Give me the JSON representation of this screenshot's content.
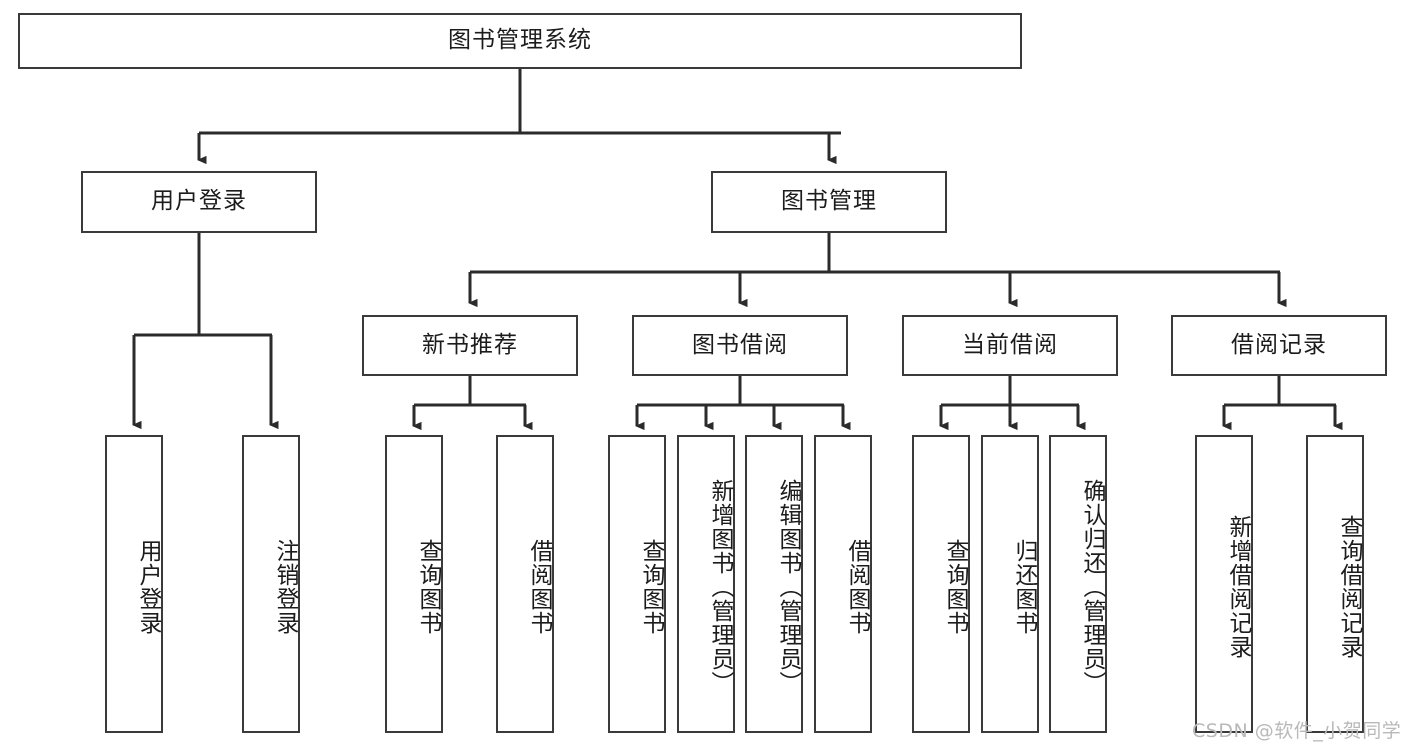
{
  "diagram": {
    "title": "图书管理系统",
    "type": "tree-hierarchy",
    "watermark": "CSDN @软件_小贺同学",
    "colors": {
      "node_border": "#3a3a3a",
      "node_fill": "#ffffff",
      "edge": "#2b2b2b",
      "text": "#1c1c1c",
      "watermark": "#b9b9b9",
      "background": "#ffffff"
    },
    "nodes": {
      "root": {
        "label": "图书管理系统",
        "level": 1,
        "orientation": "horizontal"
      },
      "user_login": {
        "label": "用户登录",
        "level": 2,
        "orientation": "horizontal"
      },
      "book_manage": {
        "label": "图书管理",
        "level": 2,
        "orientation": "horizontal"
      },
      "new_book_rec": {
        "label": "新书推荐",
        "level": 3,
        "orientation": "horizontal"
      },
      "book_borrow": {
        "label": "图书借阅",
        "level": 3,
        "orientation": "horizontal"
      },
      "current_borrow": {
        "label": "当前借阅",
        "level": 3,
        "orientation": "horizontal"
      },
      "borrow_record": {
        "label": "借阅记录",
        "level": 3,
        "orientation": "horizontal"
      },
      "leaf_user_login": {
        "label": "用户登录",
        "level": 4,
        "orientation": "vertical"
      },
      "leaf_logout": {
        "label": "注销登录",
        "level": 4,
        "orientation": "vertical"
      },
      "leaf_query_book_1": {
        "label": "查询图书",
        "level": 4,
        "orientation": "vertical"
      },
      "leaf_borrow_book_1": {
        "label": "借阅图书",
        "level": 4,
        "orientation": "vertical"
      },
      "leaf_query_book_2": {
        "label": "查询图书",
        "level": 4,
        "orientation": "vertical"
      },
      "leaf_add_book": {
        "label": "新增图书（管理员）",
        "level": 4,
        "orientation": "vertical"
      },
      "leaf_edit_book": {
        "label": "编辑图书（管理员）",
        "level": 4,
        "orientation": "vertical"
      },
      "leaf_borrow_book_2": {
        "label": "借阅图书",
        "level": 4,
        "orientation": "vertical"
      },
      "leaf_query_book_3": {
        "label": "查询图书",
        "level": 4,
        "orientation": "vertical"
      },
      "leaf_return_book": {
        "label": "归还图书",
        "level": 4,
        "orientation": "vertical"
      },
      "leaf_confirm_return": {
        "label": "确认归还（管理员）",
        "level": 4,
        "orientation": "vertical"
      },
      "leaf_add_record": {
        "label": "新增借阅记录",
        "level": 4,
        "orientation": "vertical"
      },
      "leaf_query_record": {
        "label": "查询借阅记录",
        "level": 4,
        "orientation": "vertical"
      }
    },
    "edges": [
      {
        "from": "root",
        "to": "user_login"
      },
      {
        "from": "root",
        "to": "book_manage"
      },
      {
        "from": "user_login",
        "to": "leaf_user_login"
      },
      {
        "from": "user_login",
        "to": "leaf_logout"
      },
      {
        "from": "book_manage",
        "to": "new_book_rec"
      },
      {
        "from": "book_manage",
        "to": "book_borrow"
      },
      {
        "from": "book_manage",
        "to": "current_borrow"
      },
      {
        "from": "book_manage",
        "to": "borrow_record"
      },
      {
        "from": "new_book_rec",
        "to": "leaf_query_book_1"
      },
      {
        "from": "new_book_rec",
        "to": "leaf_borrow_book_1"
      },
      {
        "from": "book_borrow",
        "to": "leaf_query_book_2"
      },
      {
        "from": "book_borrow",
        "to": "leaf_add_book"
      },
      {
        "from": "book_borrow",
        "to": "leaf_edit_book"
      },
      {
        "from": "book_borrow",
        "to": "leaf_borrow_book_2"
      },
      {
        "from": "current_borrow",
        "to": "leaf_query_book_3"
      },
      {
        "from": "current_borrow",
        "to": "leaf_return_book"
      },
      {
        "from": "current_borrow",
        "to": "leaf_confirm_return"
      },
      {
        "from": "borrow_record",
        "to": "leaf_add_record"
      },
      {
        "from": "borrow_record",
        "to": "leaf_query_record"
      }
    ]
  }
}
